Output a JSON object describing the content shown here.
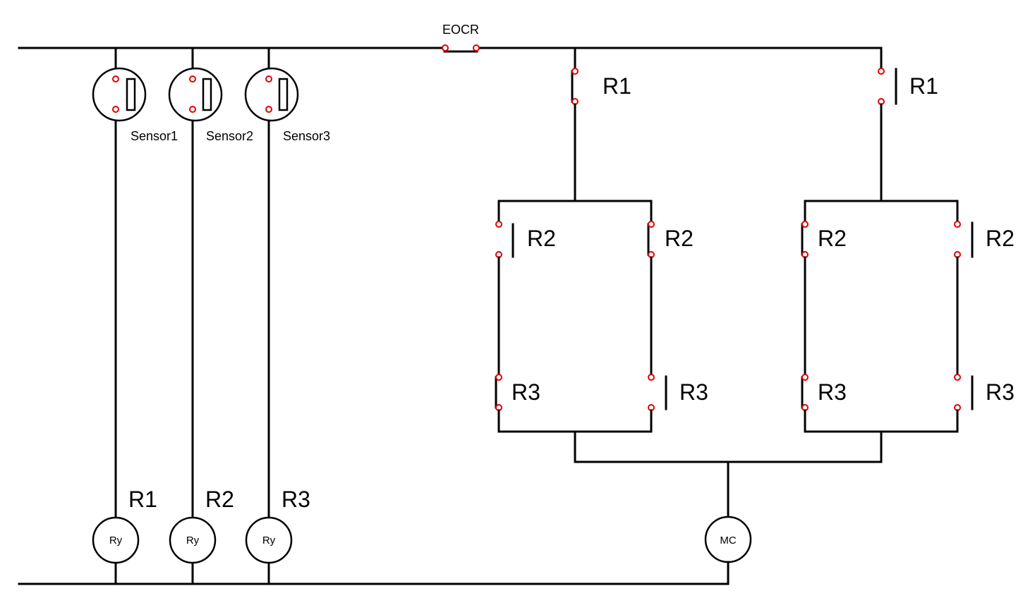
{
  "diagram": {
    "eocr_label": "EOCR",
    "sensors": [
      "Sensor1",
      "Sensor2",
      "Sensor3"
    ],
    "relay_coil_labels": [
      "R1",
      "R2",
      "R3"
    ],
    "relay_coil_text": "Ry",
    "motor_contactor_text": "MC",
    "branch_left": {
      "top_contact": "R1",
      "left_col": [
        "R2",
        "R3"
      ],
      "right_col": [
        "R2",
        "R3"
      ]
    },
    "branch_right": {
      "top_contact": "R1",
      "left_col": [
        "R2",
        "R3"
      ],
      "right_col": [
        "R2",
        "R3"
      ]
    }
  }
}
